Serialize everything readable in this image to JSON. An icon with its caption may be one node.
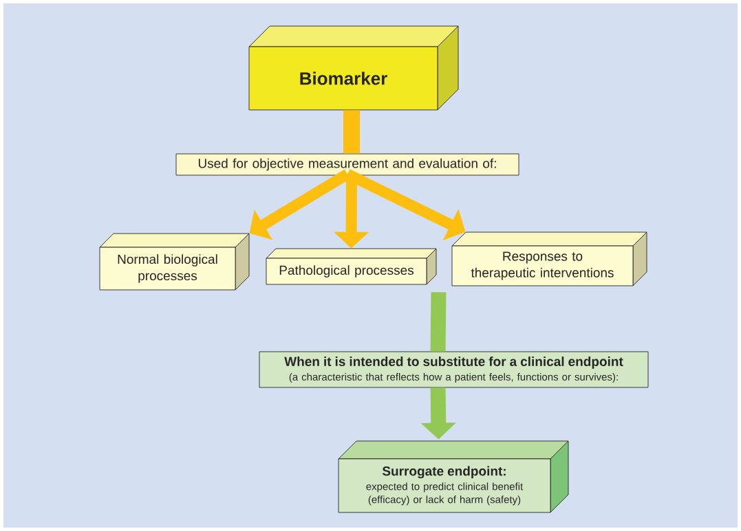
{
  "diagram": {
    "nodes": [
      {
        "text": [
          "Biomarker"
        ]
      },
      {
        "text": [
          "Used for objective measurement and evaluation of:"
        ]
      },
      {
        "text": [
          "Normal biological processes"
        ]
      },
      {
        "text": [
          "Pathological processes"
        ]
      },
      {
        "text": [
          "Responses to therapeutic interventions"
        ]
      },
      {
        "text": [
          "When it is intended to substitute for a clinical endpoint",
          "(a characteristic that reflects how a patient feels, functions or survives):"
        ]
      },
      {
        "text": [
          "Surrogate endpoint:",
          "expected to predict clinical benefit (efficacy) or lack of harm (safety)"
        ]
      }
    ],
    "edges": [
      {
        "from": 0,
        "to": 1,
        "arrow": "none",
        "color": "#fcbf10"
      },
      {
        "from": 1,
        "to": 2,
        "arrow": "to",
        "color": "#fcbf10"
      },
      {
        "from": 1,
        "to": 3,
        "arrow": "to",
        "color": "#fcbf10"
      },
      {
        "from": 1,
        "to": 4,
        "arrow": "to",
        "color": "#fcbf10"
      },
      {
        "from": 3,
        "to": 5,
        "arrow": "none",
        "color": "#92c853"
      },
      {
        "from": 5,
        "to": 6,
        "arrow": "to",
        "color": "#92c853"
      }
    ]
  }
}
